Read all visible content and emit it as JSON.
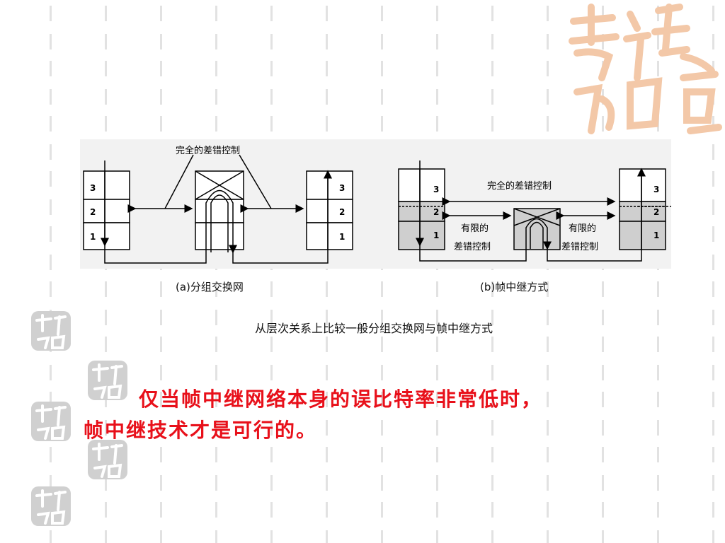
{
  "diagram": {
    "label_top_a": "完全的差错控制",
    "label_top_b": "完全的差错控制",
    "label_limited_left_1": "有限的",
    "label_limited_left_2": "差错控制",
    "label_limited_right_1": "有限的",
    "label_limited_right_2": "差错控制",
    "layers": [
      "3",
      "2",
      "1"
    ],
    "caption_a": "(a)分组交换网",
    "caption_b": "(b)帧中继方式",
    "caption_main": "从层次关系上比较一般分组交换网与帧中继方式"
  },
  "body": {
    "line1": "仅当帧中继网络本身的误比特率非常低时，",
    "line2": "帧中继技术才是可行的。"
  },
  "colors": {
    "body_text": "#e8101a",
    "logo": "#f3c8a8",
    "stamp": "#b8b8b8"
  }
}
